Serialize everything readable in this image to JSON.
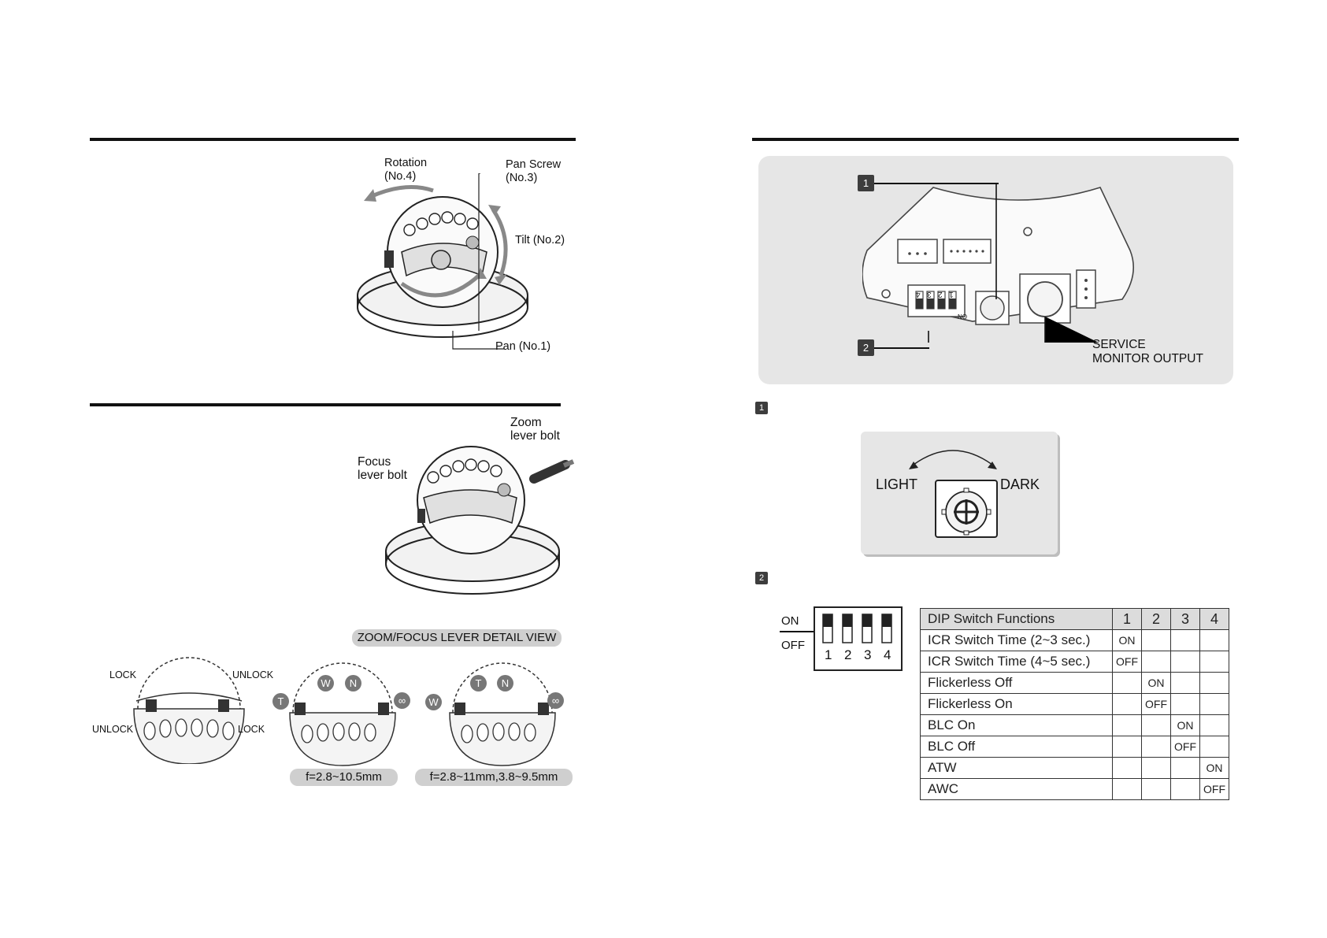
{
  "left": {
    "fig1": {
      "rotation": "Rotation\n(No.4)",
      "pan_screw": "Pan Screw\n(No.3)",
      "tilt": "Tilt (No.2)",
      "pan": "Pan (No.1)"
    },
    "fig2": {
      "zoom_lever": "Zoom\nlever bolt",
      "focus_lever": "Focus\nlever bolt"
    },
    "detail": {
      "title": "ZOOM/FOCUS LEVER  DETAIL VIEW",
      "lock_tl": "LOCK",
      "unlock_tr": "UNLOCK",
      "unlock_bl": "UNLOCK",
      "lock_br": "LOCK",
      "view2_left": "T",
      "view2_w": "W",
      "view2_n": "N",
      "view2_right": "∞",
      "view3_left": "W",
      "view3_t": "T",
      "view3_n": "N",
      "view3_right": "∞",
      "caption2": "f=2.8~10.5mm",
      "caption3": "f=2.8~11mm,3.8~9.5mm"
    }
  },
  "right": {
    "board": {
      "callout1": "1",
      "callout2": "2",
      "dip_digits": [
        "4",
        "3",
        "2",
        "1"
      ],
      "dip_on": "ON",
      "service": "SERVICE\nMONITOR OUTPUT"
    },
    "section1_num": "1",
    "section2_num": "2",
    "dial": {
      "light": "LIGHT",
      "dark": "DARK"
    },
    "dip_small": {
      "on": "ON",
      "off": "OFF",
      "numbers": [
        "1",
        "2",
        "3",
        "4"
      ]
    },
    "table": {
      "header": [
        "DIP Switch Functions",
        "1",
        "2",
        "3",
        "4"
      ],
      "rows": [
        [
          "ICR Switch Time (2~3 sec.)",
          "ON",
          "",
          "",
          ""
        ],
        [
          "ICR Switch Time (4~5 sec.)",
          "OFF",
          "",
          "",
          ""
        ],
        [
          "Flickerless Off",
          "",
          "ON",
          "",
          ""
        ],
        [
          "Flickerless On",
          "",
          "OFF",
          "",
          ""
        ],
        [
          "BLC On",
          "",
          "",
          "ON",
          ""
        ],
        [
          "BLC Off",
          "",
          "",
          "OFF",
          ""
        ],
        [
          "ATW",
          "",
          "",
          "",
          "ON"
        ],
        [
          "AWC",
          "",
          "",
          "",
          "OFF"
        ]
      ]
    }
  }
}
